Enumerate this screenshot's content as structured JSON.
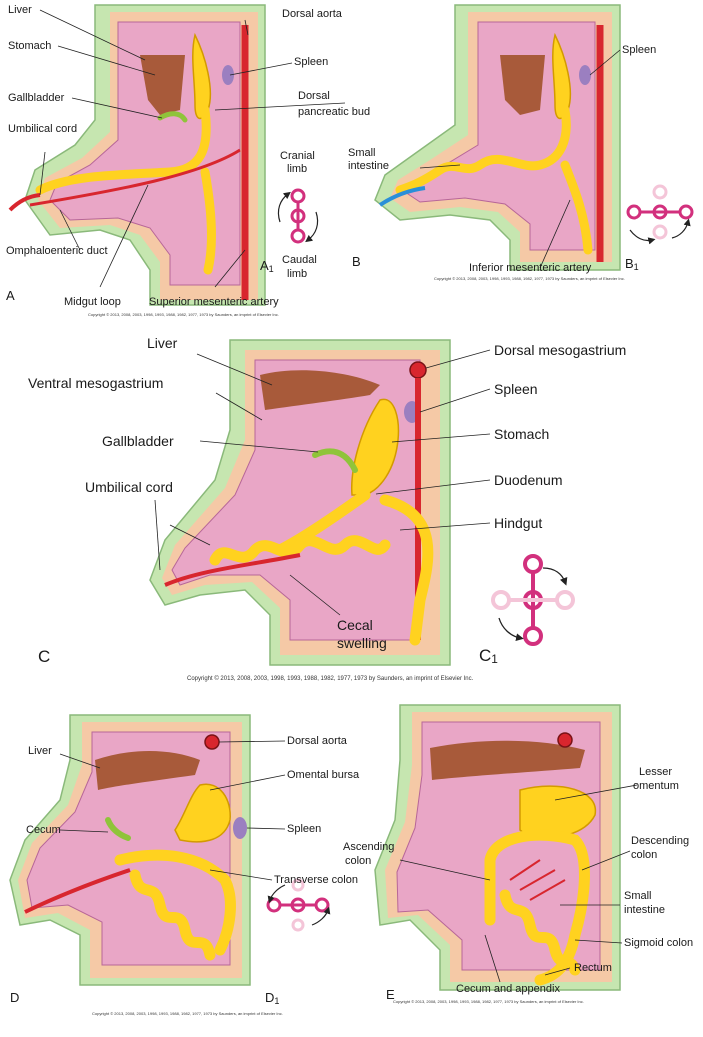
{
  "colors": {
    "body_wall": "#c6e6b0",
    "body_wall_edge": "#8ab97a",
    "mesoderm": "#f5c9a6",
    "cavity": "#e9a6c6",
    "cavity_dark": "#b76698",
    "gut": "#ffd21f",
    "gut_edge": "#d39a00",
    "aorta": "#d8262e",
    "liver": "#a85a3a",
    "spleen": "#9b7fc0",
    "gallbladder": "#8fc43a",
    "vessel_blue": "#2b8fd8",
    "schema_ring": "#d2307d",
    "schema_pale": "#f4c5d8"
  },
  "panelA": {
    "letter": "A",
    "sublabel_base": "A",
    "sublabel_sub": "1",
    "labels": {
      "liver": "Liver",
      "stomach": "Stomach",
      "gallbladder": "Gallbladder",
      "umbilical_cord": "Umbilical cord",
      "omphaloenteric_duct": "Omphaloenteric duct",
      "midgut_loop": "Midgut loop",
      "superior_mesenteric_artery": "Superior mesenteric artery",
      "dorsal_aorta": "Dorsal aorta",
      "spleen": "Spleen",
      "dorsal_pancreatic_bud_1": "Dorsal",
      "dorsal_pancreatic_bud_2": "pancreatic bud",
      "cranial_limb_1": "Cranial",
      "cranial_limb_2": "limb",
      "caudal_limb_1": "Caudal",
      "caudal_limb_2": "limb"
    },
    "copyright": "Copyright © 2013, 2008, 2003, 1998, 1993, 1988, 1982, 1977, 1973 by Saunders, an imprint of Elsevier Inc."
  },
  "panelB": {
    "letter": "B",
    "sublabel_base": "B",
    "sublabel_sub": "1",
    "labels": {
      "spleen": "Spleen",
      "small_intestine_1": "Small",
      "small_intestine_2": "intestine",
      "inferior_mesenteric_artery": "Inferior mesenteric artery"
    },
    "copyright": "Copyright © 2013, 2008, 2003, 1998, 1993, 1988, 1982, 1977, 1973 by Saunders, an imprint of Elsevier Inc."
  },
  "panelC": {
    "letter": "C",
    "sublabel_base": "C",
    "sublabel_sub": "1",
    "labels": {
      "liver": "Liver",
      "ventral_mesogastrium": "Ventral mesogastrium",
      "gallbladder": "Gallbladder",
      "umbilical_cord": "Umbilical cord",
      "dorsal_mesogastrium": "Dorsal mesogastrium",
      "spleen": "Spleen",
      "stomach": "Stomach",
      "duodenum": "Duodenum",
      "hindgut": "Hindgut",
      "cecal_swelling_1": "Cecal",
      "cecal_swelling_2": "swelling"
    },
    "copyright": "Copyright © 2013, 2008, 2003, 1998, 1993, 1988, 1982, 1977, 1973 by Saunders, an imprint of Elsevier Inc."
  },
  "panelD": {
    "letter": "D",
    "sublabel_base": "D",
    "sublabel_sub": "1",
    "labels": {
      "liver": "Liver",
      "cecum": "Cecum",
      "dorsal_aorta": "Dorsal aorta",
      "omental_bursa": "Omental bursa",
      "spleen": "Spleen",
      "transverse_colon": "Transverse colon"
    },
    "copyright": "Copyright © 2013, 2008, 2003, 1998, 1993, 1988, 1982, 1977, 1973 by Saunders, an imprint of Elsevier Inc."
  },
  "panelE": {
    "letter": "E",
    "labels": {
      "lesser_omentum_1": "Lesser",
      "lesser_omentum_2": "omentum",
      "ascending_colon_1": "Ascending",
      "ascending_colon_2": "colon",
      "descending_colon_1": "Descending",
      "descending_colon_2": "colon",
      "small_intestine_1": "Small",
      "small_intestine_2": "intestine",
      "sigmoid_colon": "Sigmoid colon",
      "rectum": "Rectum",
      "cecum_and_appendix": "Cecum and appendix"
    },
    "copyright": "Copyright © 2013, 2008, 2003, 1998, 1993, 1988, 1982, 1977, 1973 by Saunders, an imprint of Elsevier Inc."
  }
}
